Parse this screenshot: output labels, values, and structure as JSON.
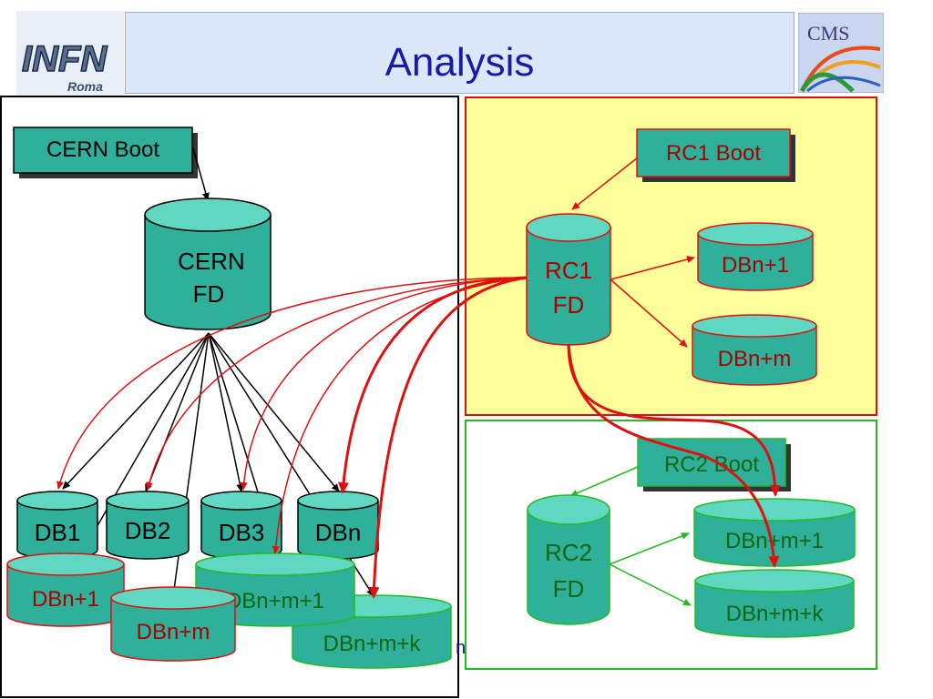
{
  "title": "Analysis",
  "logos": {
    "left": "INFN",
    "left_sub": "Roma",
    "right": "CMS"
  },
  "colors": {
    "teal": "#2fb09a",
    "teal_top": "#5fd7c1",
    "yellow": "#ffff99",
    "red": "#e01010",
    "green": "#22bb22",
    "dark_red_text": "#aa0000"
  },
  "boxes": {
    "cern_boot": "CERN Boot",
    "rc1_boot": "RC1 Boot",
    "rc2_boot": "RC2 Boot"
  },
  "databases": {
    "cern_fd": [
      "CERN",
      "FD"
    ],
    "rc1_fd": [
      "RC1",
      "FD"
    ],
    "rc2_fd": [
      "RC2",
      "FD"
    ],
    "db1": "DB1",
    "db2": "DB2",
    "db3": "DB3",
    "dbn": "DBn",
    "left_dbn1": "DBn+1",
    "left_dbnm": "DBn+m",
    "left_dbnm1": "DBn+m+1",
    "left_dbnmk": "DBn+m+k",
    "rc1_dbn1": "DBn+1",
    "rc1_dbnm": "DBn+m",
    "rc2_dbnm1": "DBn+m+1",
    "rc2_dbnmk": "DBn+m+k"
  },
  "footer_fragment": "n"
}
